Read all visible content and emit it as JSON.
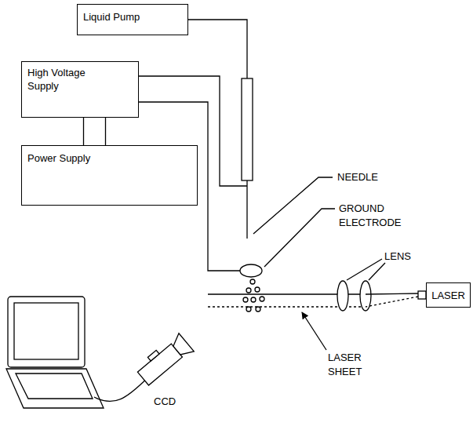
{
  "diagram": {
    "nodes": [
      {
        "text": [
          "Liquid Pump"
        ]
      },
      {
        "text": [
          "High Voltage Supply"
        ]
      },
      {
        "text": [
          "Power Supply"
        ]
      },
      {
        "text": [
          "LASER"
        ]
      }
    ],
    "edges": [
      {
        "from": 1,
        "to": 2,
        "arrow": "none"
      }
    ],
    "labels": [
      "NEEDLE",
      "GROUND ELECTRODE",
      "LENS",
      "LASER SHEET",
      "CCD"
    ]
  }
}
